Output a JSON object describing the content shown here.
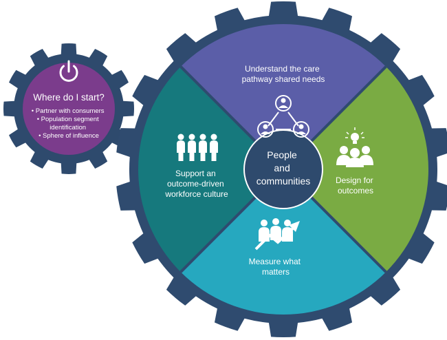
{
  "colors": {
    "gear": "#2f4b6f",
    "small_gear_ring": "#2e4a6d",
    "small_gear_center": "#7b3c8c",
    "top_segment": "#5b5ea8",
    "right_segment": "#7aab43",
    "bottom_segment": "#26a8bf",
    "left_segment": "#16797d",
    "center": "#2e4a6d"
  },
  "start_panel": {
    "icon": "power-icon",
    "title": "Where do I start?",
    "bullets": [
      "• Partner with consumers",
      "• Population segment",
      "identification",
      "• Sphere of influence"
    ]
  },
  "center": {
    "lines": [
      "People",
      "and",
      "communities"
    ]
  },
  "segments": {
    "top": {
      "icon": "network-people-icon",
      "lines": [
        "Understand the care",
        "pathway shared needs"
      ]
    },
    "right": {
      "icon": "idea-group-icon",
      "lines": [
        "Design for",
        "outcomes"
      ]
    },
    "bottom": {
      "icon": "growth-chart-people-icon",
      "lines": [
        "Measure what",
        "matters"
      ]
    },
    "left": {
      "icon": "workforce-people-icon",
      "lines": [
        "Support an",
        "outcome-driven",
        "workforce culture"
      ]
    }
  }
}
